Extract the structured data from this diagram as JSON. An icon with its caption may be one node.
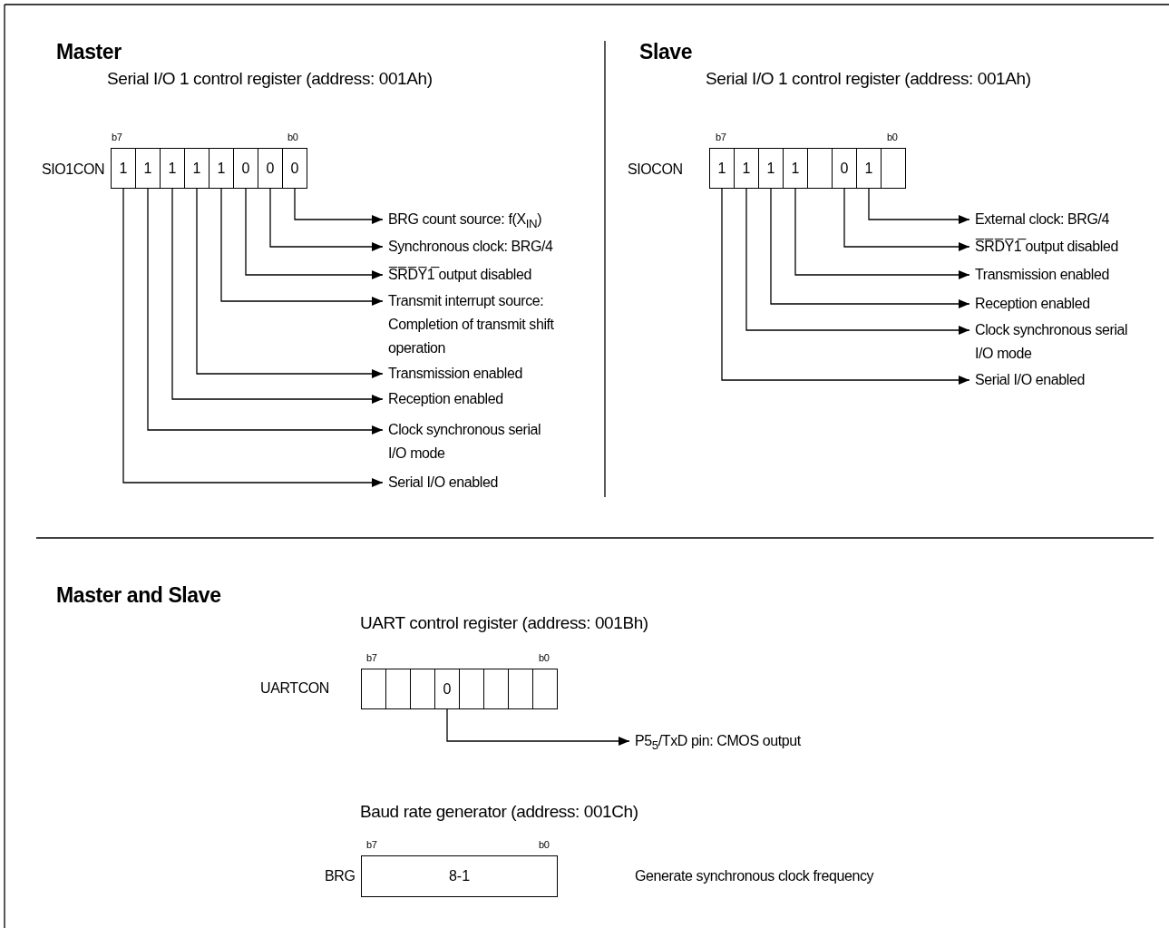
{
  "diagram": {
    "nodes": [
      {
        "text": [
          "1"
        ]
      },
      {
        "text": [
          "1"
        ]
      },
      {
        "text": [
          "1"
        ]
      },
      {
        "text": [
          "1"
        ]
      },
      {
        "text": [
          "1"
        ]
      },
      {
        "text": [
          "0"
        ]
      },
      {
        "text": [
          "0"
        ]
      },
      {
        "text": [
          "0"
        ]
      },
      {
        "text": [
          "BRG count source: f(X$_{IN}$)"
        ]
      },
      {
        "text": [
          "Synchronous clock: BRG/4"
        ]
      },
      {
        "text": [
          "S̅R̅D̅Y̅1̅ output disabled"
        ]
      },
      {
        "text": [
          "Transmit interrupt source: Completion of transmit shift operation"
        ]
      },
      {
        "text": [
          "Transmission enabled"
        ]
      },
      {
        "text": [
          "Reception enabled"
        ]
      },
      {
        "text": [
          "Clock synchronous serial I/O mode"
        ]
      },
      {
        "text": [
          "Serial I/O enabled"
        ]
      },
      {
        "text": [
          "1"
        ]
      },
      {
        "text": [
          "1"
        ]
      },
      {
        "text": [
          "1"
        ]
      },
      {
        "text": [
          "1"
        ]
      },
      {
        "text": [],
        "shape": "box"
      },
      {
        "text": [
          "0"
        ]
      },
      {
        "text": [
          "1"
        ]
      },
      {
        "text": [],
        "shape": "box"
      },
      {
        "text": [
          "External clock: BRG/4"
        ]
      },
      {
        "text": [
          "S̅R̅D̅Y̅1̅ output disabled"
        ]
      },
      {
        "text": [
          "Transmission enabled"
        ]
      },
      {
        "text": [
          "Reception enabled"
        ]
      },
      {
        "text": [
          "Clock synchronous serial I/O mode"
        ]
      },
      {
        "text": [
          "Serial I/O enabled"
        ]
      },
      {
        "text": [],
        "shape": "box"
      },
      {
        "text": [],
        "shape": "box"
      },
      {
        "text": [],
        "shape": "box"
      },
      {
        "text": [
          "0"
        ]
      },
      {
        "text": [],
        "shape": "box"
      },
      {
        "text": [],
        "shape": "box"
      },
      {
        "text": [],
        "shape": "box"
      },
      {
        "text": [],
        "shape": "box"
      },
      {
        "text": [
          "P5$_{5}$/TxD pin: CMOS output"
        ]
      },
      {
        "text": [
          "8-1"
        ]
      }
    ],
    "edges": [
      {
        "from": 7,
        "to": 8,
        "arrow": "to"
      },
      {
        "from": 6,
        "to": 9,
        "arrow": "to"
      },
      {
        "from": 5,
        "to": 10,
        "arrow": "to"
      },
      {
        "from": 4,
        "to": 11,
        "arrow": "to"
      },
      {
        "from": 3,
        "to": 12,
        "arrow": "to"
      },
      {
        "from": 2,
        "to": 13,
        "arrow": "to"
      },
      {
        "from": 1,
        "to": 14,
        "arrow": "to"
      },
      {
        "from": 0,
        "to": 15,
        "arrow": "to"
      },
      {
        "from": 22,
        "to": 24,
        "arrow": "to"
      },
      {
        "from": 21,
        "to": 25,
        "arrow": "to"
      },
      {
        "from": 19,
        "to": 26,
        "arrow": "to"
      },
      {
        "from": 18,
        "to": 27,
        "arrow": "to"
      },
      {
        "from": 17,
        "to": 28,
        "arrow": "to"
      },
      {
        "from": 16,
        "to": 29,
        "arrow": "to"
      },
      {
        "from": 33,
        "to": 38,
        "arrow": "to"
      }
    ],
    "labels": [
      "Master",
      "Serial I/O 1 control register (address: 001Ah)",
      "b7",
      "b0",
      "SIO1CON",
      "Slave",
      "Serial I/O 1 control register (address: 001Ah)",
      "b7",
      "b0",
      "SIOCON",
      "Master and Slave",
      "UART control register (address: 001Bh)",
      "b7",
      "b0",
      "UARTCON",
      "Baud rate generator (address: 001Ch)",
      "b7",
      "b0",
      "BRG",
      "Generate synchronous clock frequency"
    ]
  }
}
